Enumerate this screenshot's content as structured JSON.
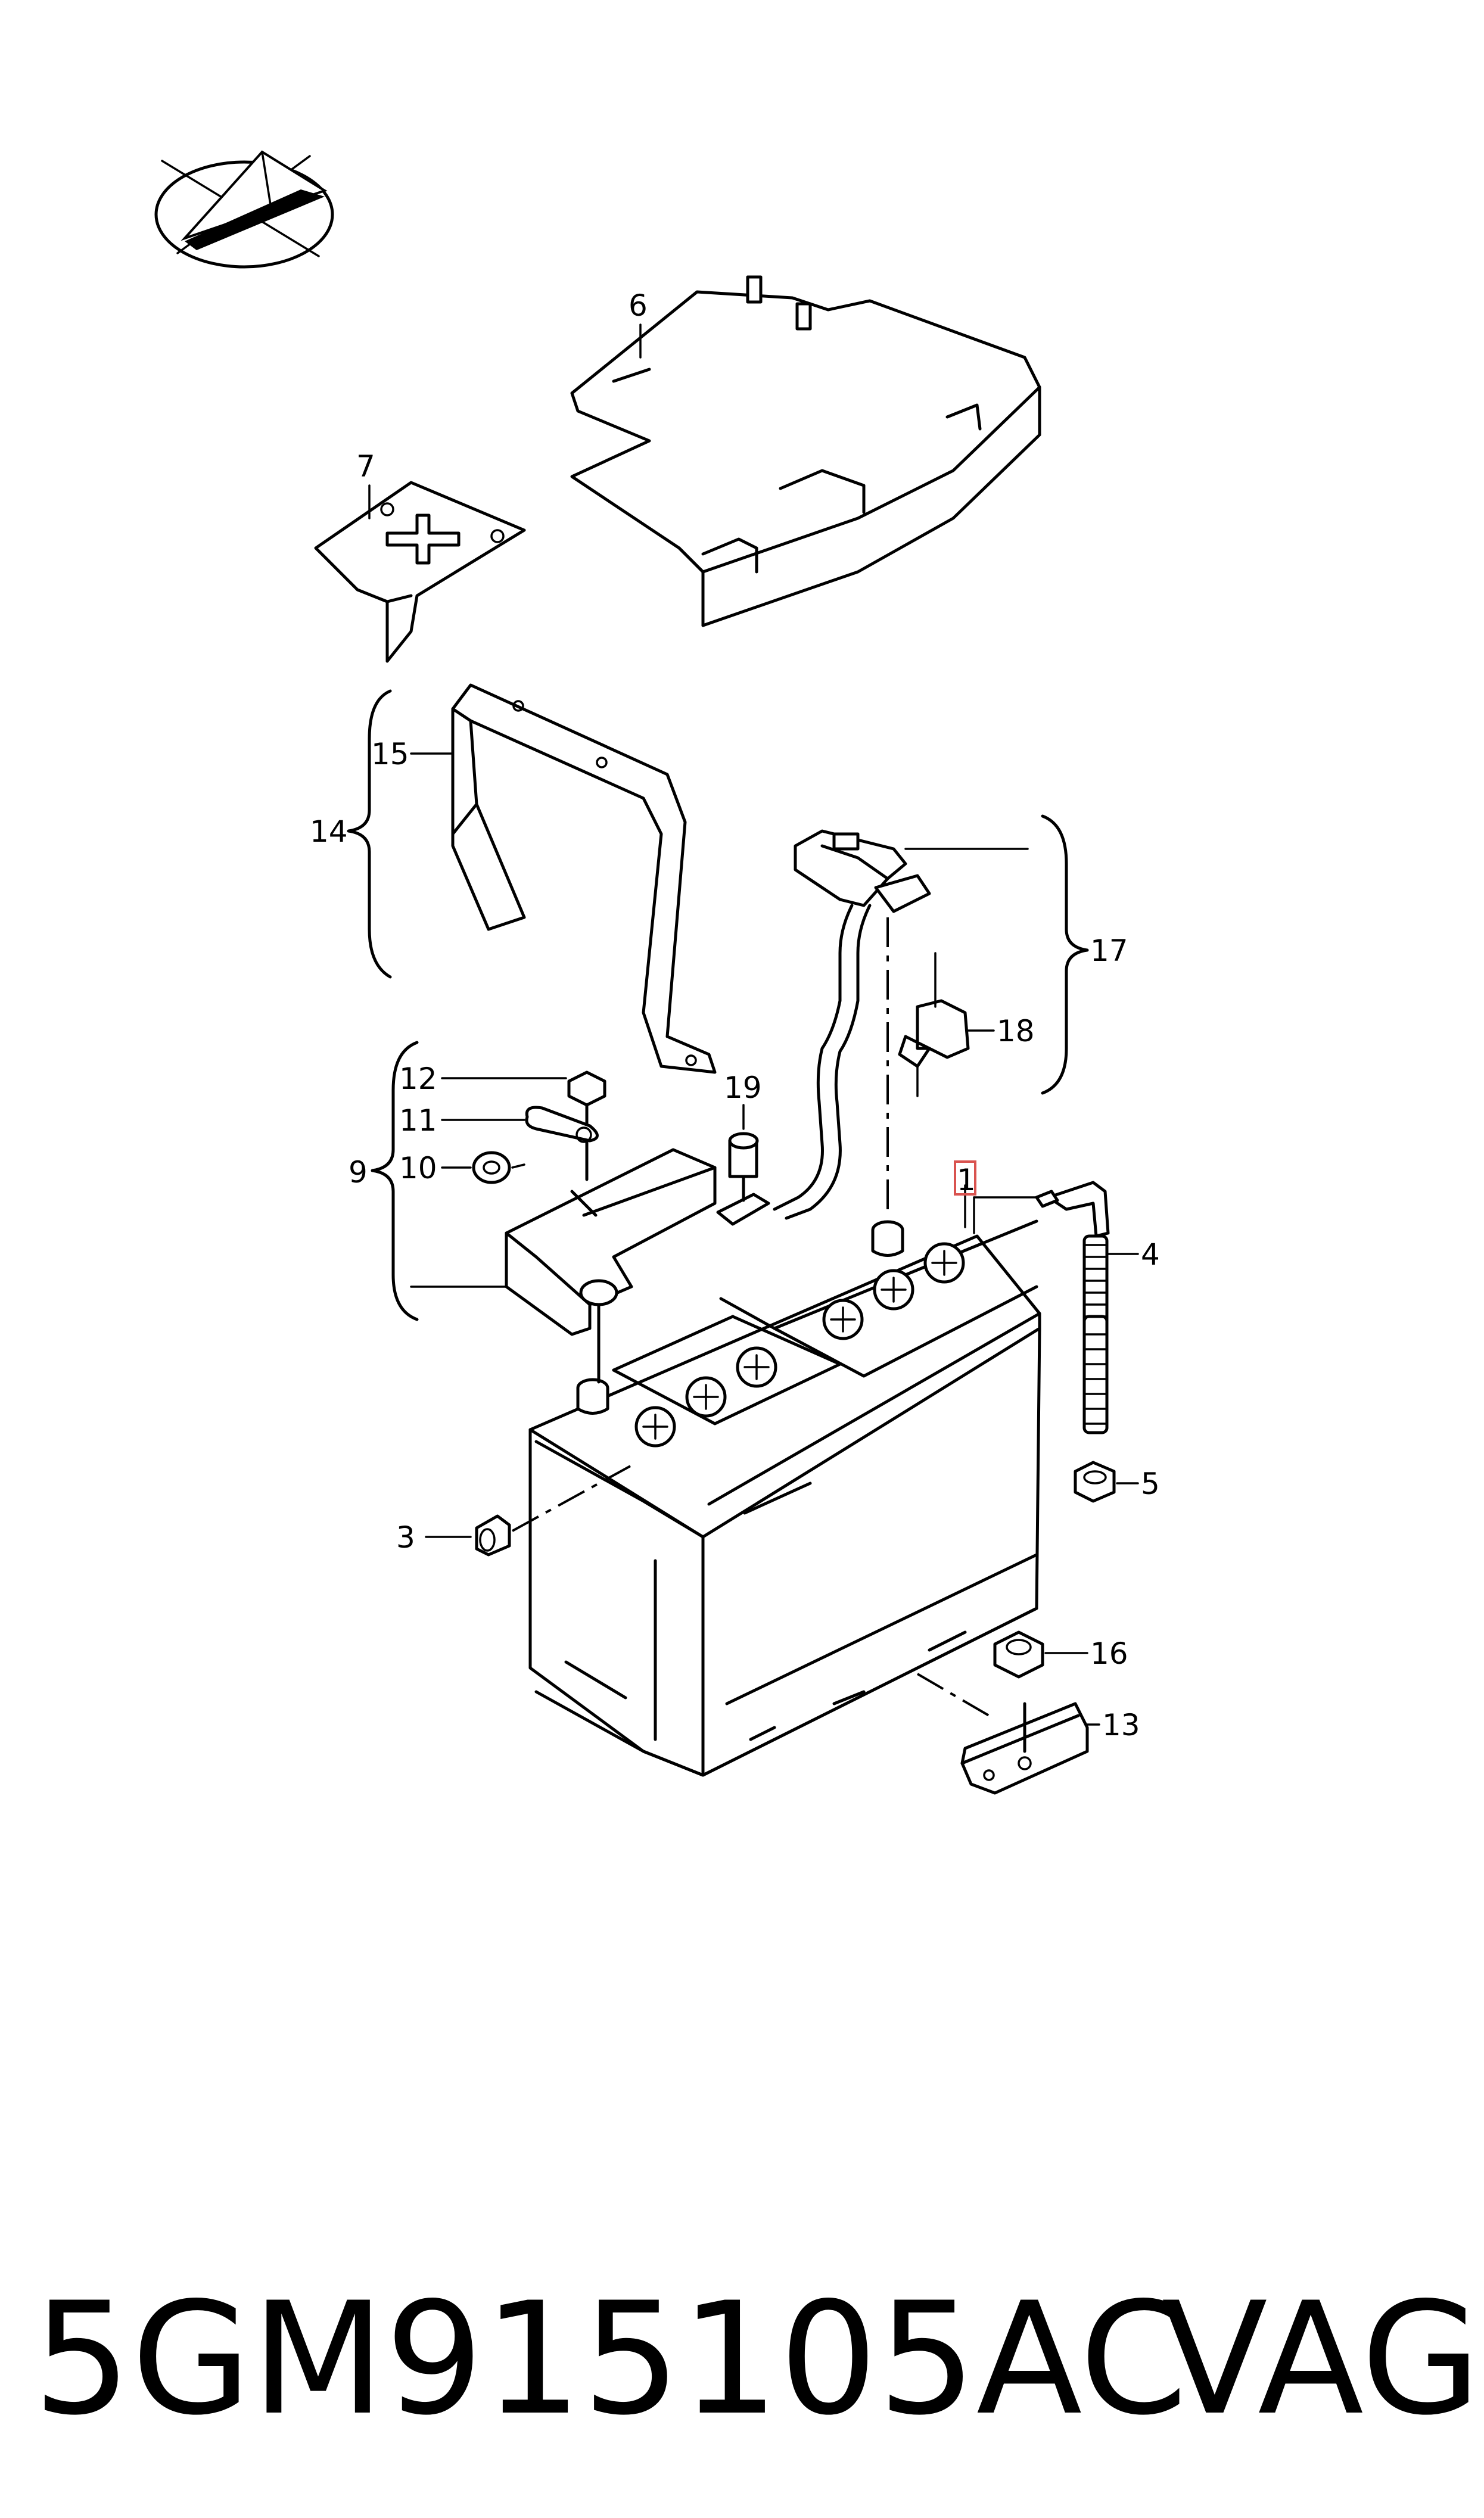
{
  "callouts": [
    {
      "id": "1",
      "text": "1",
      "highlighted": true
    },
    {
      "id": "3",
      "text": "3"
    },
    {
      "id": "4",
      "text": "4"
    },
    {
      "id": "5",
      "text": "5"
    },
    {
      "id": "6",
      "text": "6"
    },
    {
      "id": "7",
      "text": "7"
    },
    {
      "id": "9",
      "text": "9"
    },
    {
      "id": "10",
      "text": "10"
    },
    {
      "id": "11",
      "text": "11"
    },
    {
      "id": "12",
      "text": "12"
    },
    {
      "id": "13",
      "text": "13"
    },
    {
      "id": "14",
      "text": "14"
    },
    {
      "id": "15",
      "text": "15"
    },
    {
      "id": "16",
      "text": "16"
    },
    {
      "id": "17",
      "text": "17"
    },
    {
      "id": "18",
      "text": "18"
    },
    {
      "id": "19",
      "text": "19"
    }
  ],
  "part_number": "5GM915105AC",
  "brand": "VAG",
  "colors": {
    "line": "#000000",
    "background": "#ffffff",
    "highlight": "#d9534f"
  }
}
